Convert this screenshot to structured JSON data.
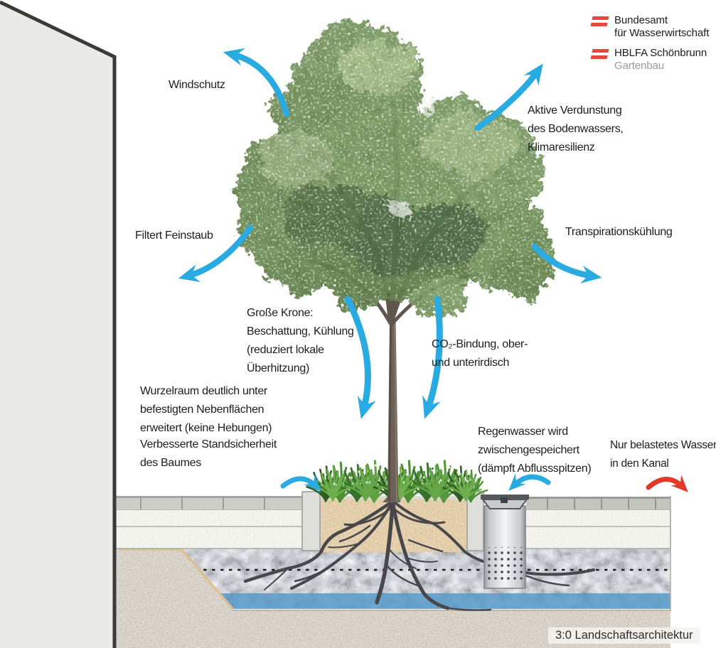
{
  "logos": [
    {
      "org_line1": "Bundesamt",
      "org_line2": "für Wasserwirtschaft"
    },
    {
      "org_line1": "HBLFA Schönbrunn",
      "org_line2": "Gartenbau"
    }
  ],
  "labels": {
    "windschutz": "Windschutz",
    "aktive_verdunstung": [
      "Aktive Verdunstung",
      "des Bodenwassers,",
      "Klimaresilienz"
    ],
    "filtert_feinstaub": "Filtert Feinstaub",
    "transpirationskuehlung": "Transpirationskühlung",
    "grosse_krone": [
      "Große Krone:",
      "Beschattung, Kühlung",
      "(reduziert lokale",
      "Überhitzung)"
    ],
    "co2_bindung": [
      "CO₂-Bindung, ober-",
      "und unterirdisch"
    ],
    "wurzelraum": [
      "Wurzelraum deutlich unter",
      "befestigten Nebenflächen",
      "erweitert (keine Hebungen)"
    ],
    "standsicherheit": [
      "Verbesserte Standsicherheit",
      "des Baumes"
    ],
    "regenwasser": [
      "Regenwasser wird",
      "zwischengespeichert",
      "(dämpft Abflussspitzen)"
    ],
    "kanal": [
      "Nur belastetes Wasser",
      "in den Kanal"
    ]
  },
  "credit": "3:0 Landschaftsarchitektur",
  "colors": {
    "arrow_blue": "#29ABE2",
    "arrow_red": "#E03A2B",
    "flag_red": "#E8453C",
    "text": "#1D1D1B",
    "muted": "#9B9B9B"
  }
}
